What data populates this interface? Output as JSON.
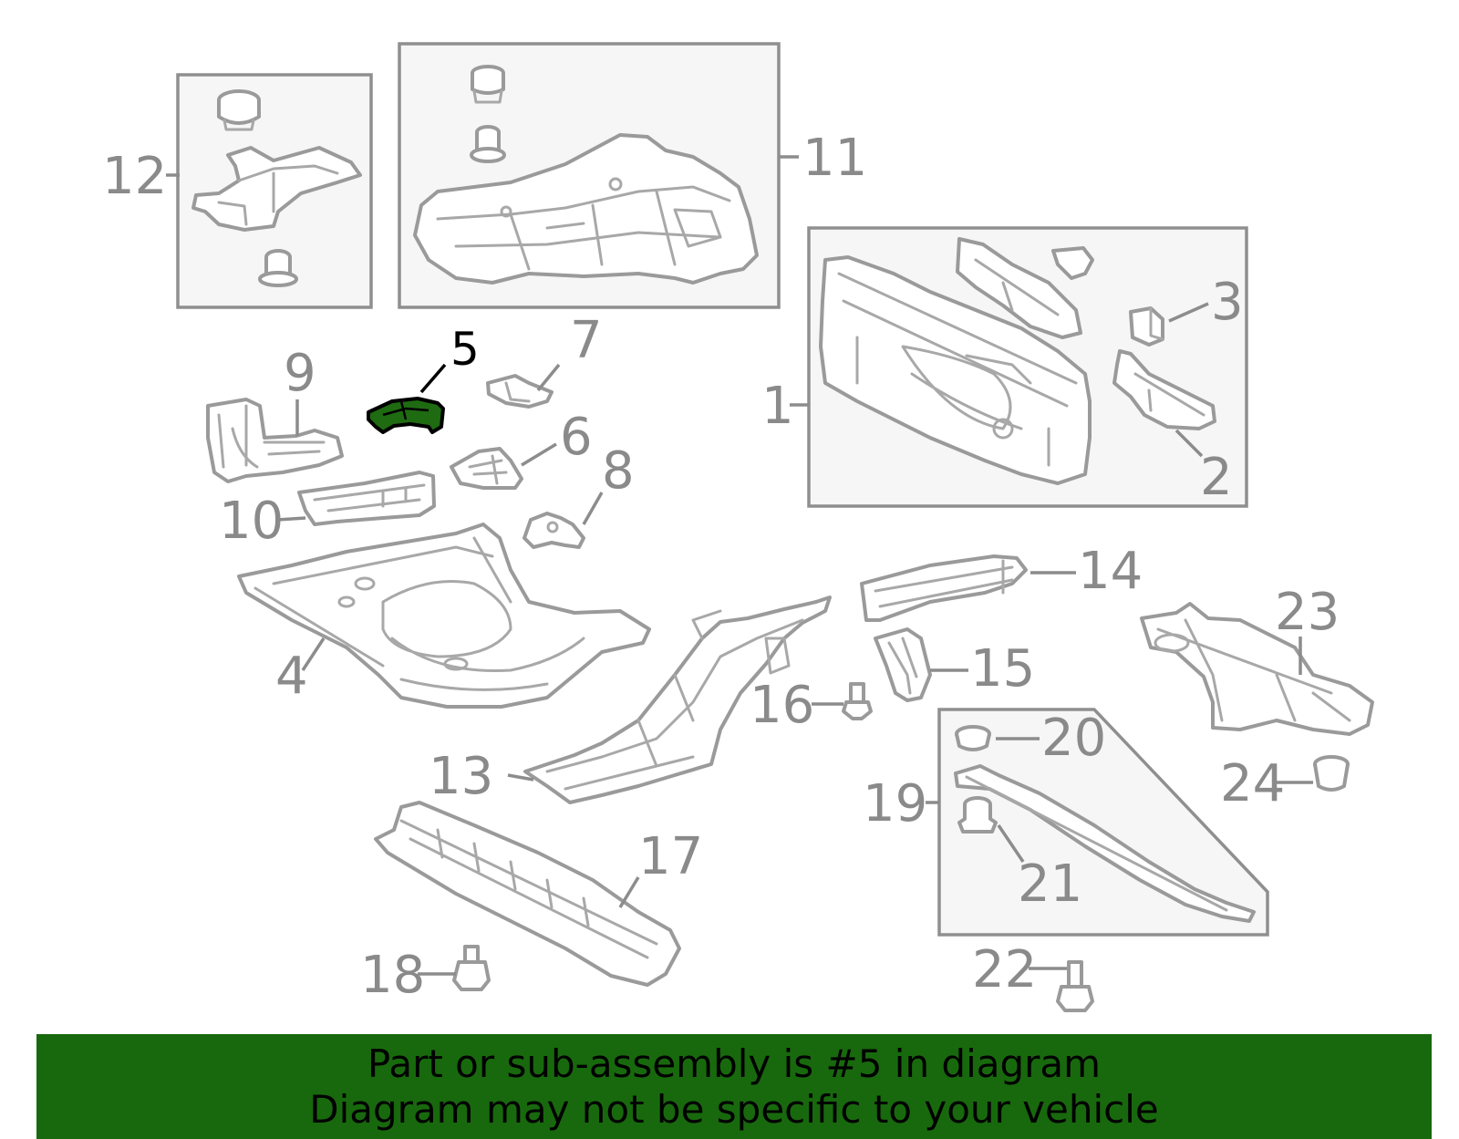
{
  "callouts": {
    "c1": "1",
    "c2": "2",
    "c3": "3",
    "c4": "4",
    "c5": "5",
    "c6": "6",
    "c7": "7",
    "c8": "8",
    "c9": "9",
    "c10": "10",
    "c11": "11",
    "c12": "12",
    "c13": "13",
    "c14": "14",
    "c15": "15",
    "c16": "16",
    "c17": "17",
    "c18": "18",
    "c19": "19",
    "c20": "20",
    "c21": "21",
    "c22": "22",
    "c23": "23",
    "c24": "24"
  },
  "highlighted_part": "5",
  "colors": {
    "highlight_fill": "#1f6b12",
    "banner_bg": "#18690d",
    "callout_gray": "#8a8a8a",
    "line_gray": "#9a9a9a"
  },
  "banner": {
    "line1": "Part or sub-assembly is #5 in diagram",
    "line2": "Diagram may not be specific to your vehicle"
  }
}
